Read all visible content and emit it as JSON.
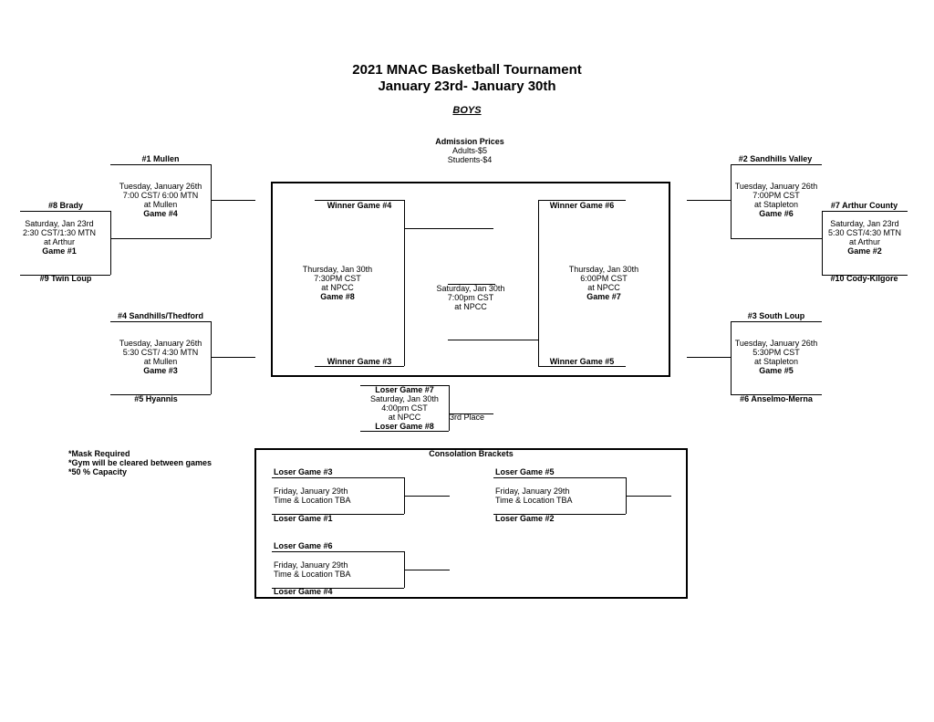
{
  "header": {
    "title_line1": "2021 MNAC Basketball Tournament",
    "title_line2": "January 23rd- January 30th",
    "division": "BOYS"
  },
  "admission": {
    "heading": "Admission Prices",
    "adults": "Adults-$5",
    "students": "Students-$4"
  },
  "teams": {
    "mullen": "#1 Mullen",
    "brady": "#8 Brady",
    "twin_loup": "#9 Twin Loup",
    "sandhills_thedford": "#4 Sandhills/Thedford",
    "hyannis": "#5 Hyannis",
    "sandhills_valley": "#2 Sandhills Valley",
    "arthur_county": "#7 Arthur County",
    "cody_kilgore": "#10 Cody-Kilgore",
    "south_loup": "#3 South Loup",
    "anselmo_merna": "#6 Anselmo-Merna"
  },
  "games": {
    "g1": {
      "line1": "Saturday, Jan 23rd",
      "line2": "2:30 CST/1:30 MTN",
      "line3": "at Arthur",
      "label": "Game #1"
    },
    "g2": {
      "line1": "Saturday, Jan 23rd",
      "line2": "5:30 CST/4:30 MTN",
      "line3": "at Arthur",
      "label": "Game #2"
    },
    "g3": {
      "line1": "Tuesday, January 26th",
      "line2": "5:30 CST/ 4:30 MTN",
      "line3": "at Mullen",
      "label": "Game #3"
    },
    "g4": {
      "line1": "Tuesday, January 26th",
      "line2": "7:00 CST/ 6:00 MTN",
      "line3": "at Mullen",
      "label": "Game #4"
    },
    "g5": {
      "line1": "Tuesday, January 26th",
      "line2": "5:30PM CST",
      "line3": "at Stapleton",
      "label": "Game #5"
    },
    "g6": {
      "line1": "Tuesday, January 26th",
      "line2": "7:00PM CST",
      "line3": "at Stapleton",
      "label": "Game #6"
    },
    "g7": {
      "line1": "Thursday, Jan 30th",
      "line2": "6:00PM CST",
      "line3": "at NPCC",
      "label": "Game #7"
    },
    "g8": {
      "line1": "Thursday, Jan 30th",
      "line2": "7:30PM CST",
      "line3": "at NPCC",
      "label": "Game #8"
    },
    "final": {
      "line1": "Saturday, Jan 30th",
      "line2": "7:00pm CST",
      "line3": "at NPCC"
    }
  },
  "winners": {
    "w4": "Winner Game #4",
    "w3": "Winner Game #3",
    "w6": "Winner Game #6",
    "w5": "Winner Game #5"
  },
  "third_place": {
    "loser7": "Loser Game #7",
    "line1": "Saturday, Jan 30th",
    "line2": "4:00pm CST",
    "line3": "at NPCC",
    "loser8": "Loser Game #8",
    "label": "3rd Place"
  },
  "notes": [
    "*Mask Required",
    "*Gym will be cleared between games",
    "*50 % Capacity"
  ],
  "consolation": {
    "heading": "Consolation Brackets",
    "a": {
      "top": "Loser Game #3",
      "line1": "Friday, January 29th",
      "line2": "Time & Location TBA",
      "bottom": "Loser Game #1"
    },
    "b": {
      "top": "Loser Game #5",
      "line1": "Friday, January 29th",
      "line2": "Time & Location TBA",
      "bottom": "Loser Game #2"
    },
    "c": {
      "top": "Loser Game #6",
      "line1": "Friday, January 29th",
      "line2": "Time & Location TBA",
      "bottom": "Loser Game #4"
    }
  }
}
